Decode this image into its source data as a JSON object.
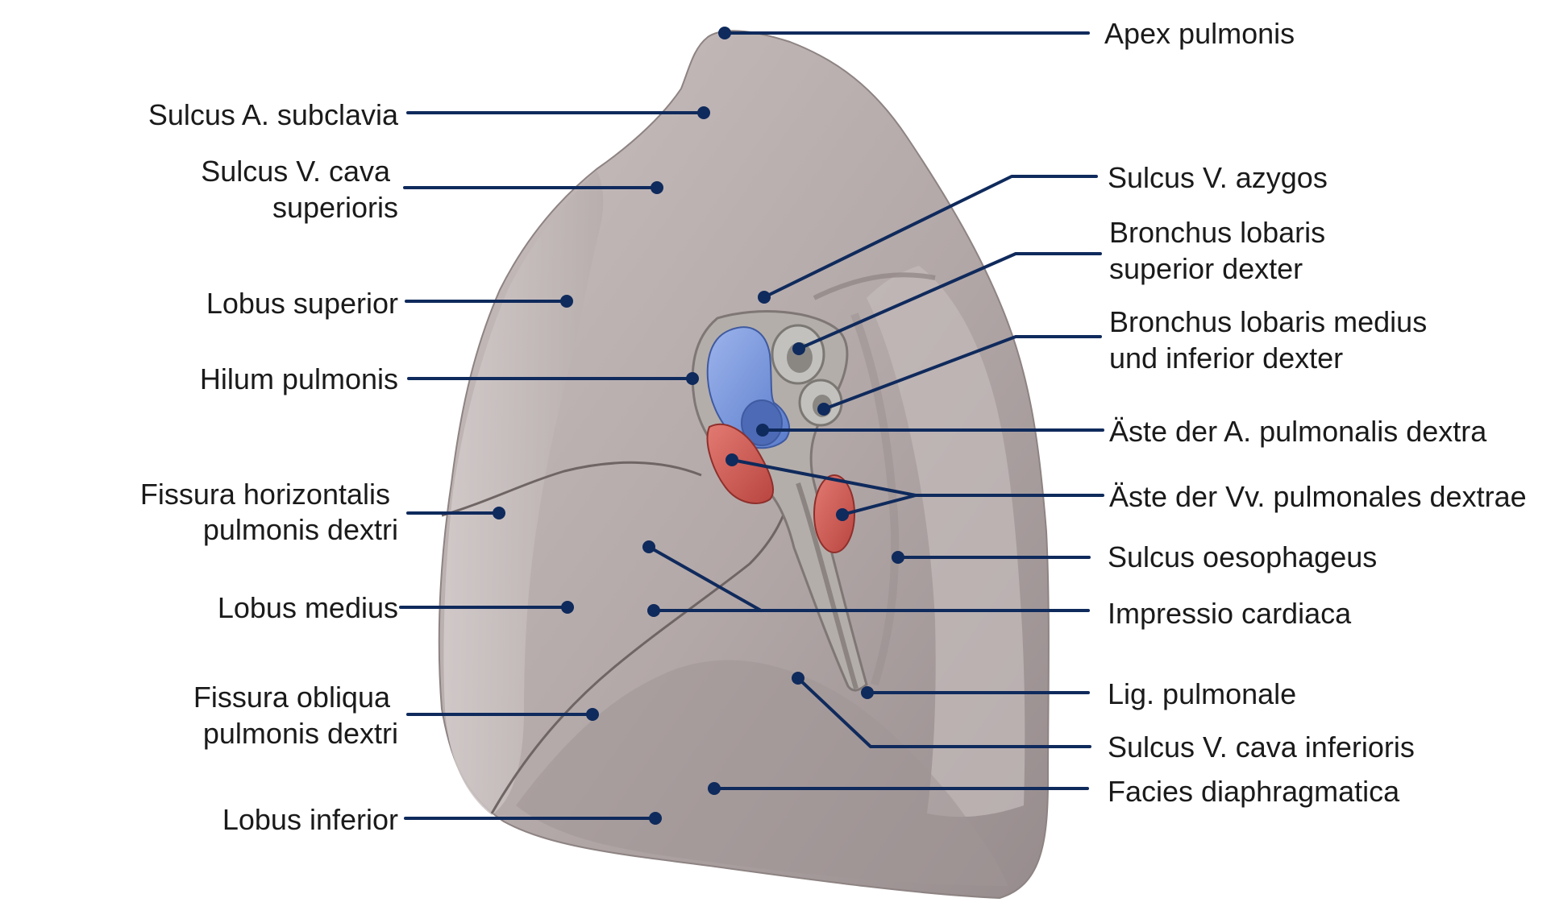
{
  "colors": {
    "leader": "#0f2a5c",
    "lung_surface": "#b5aaaa",
    "lung_shadow": "#8f8484",
    "artery": "#6f8fd8",
    "vein": "#d2544f",
    "bronchus": "#a7a5a1"
  },
  "labels_left": {
    "sulcus_a_subclavia": "Sulcus A. subclavia",
    "sulcus_v_cava_sup_1": "Sulcus V. cava",
    "sulcus_v_cava_sup_2": "superioris",
    "lobus_superior": "Lobus superior",
    "hilum_pulmonis": "Hilum pulmonis",
    "fissura_horiz_1": "Fissura horizontalis",
    "fissura_horiz_2": "pulmonis dextri",
    "lobus_medius": "Lobus medius",
    "fissura_obl_1": "Fissura obliqua",
    "fissura_obl_2": "pulmonis dextri",
    "lobus_inferior": "Lobus inferior"
  },
  "labels_right": {
    "apex_pulmonis": "Apex pulmonis",
    "sulcus_v_azygos": "Sulcus V. azygos",
    "bronchus_sup_1": "Bronchus lobaris",
    "bronchus_sup_2": "superior dexter",
    "bronchus_med_1": "Bronchus lobaris medius",
    "bronchus_med_2": "und inferior dexter",
    "aeste_a_pulm": "Äste der A. pulmonalis dextra",
    "aeste_vv_pulm": "Äste der Vv. pulmonales dextrae",
    "sulcus_oesophageus": "Sulcus oesophageus",
    "impressio_cardiaca": "Impressio cardiaca",
    "lig_pulmonale": "Lig. pulmonale",
    "sulcus_v_cava_inf": "Sulcus V. cava inferioris",
    "facies_diaphragmatica": "Facies diaphragmatica"
  }
}
